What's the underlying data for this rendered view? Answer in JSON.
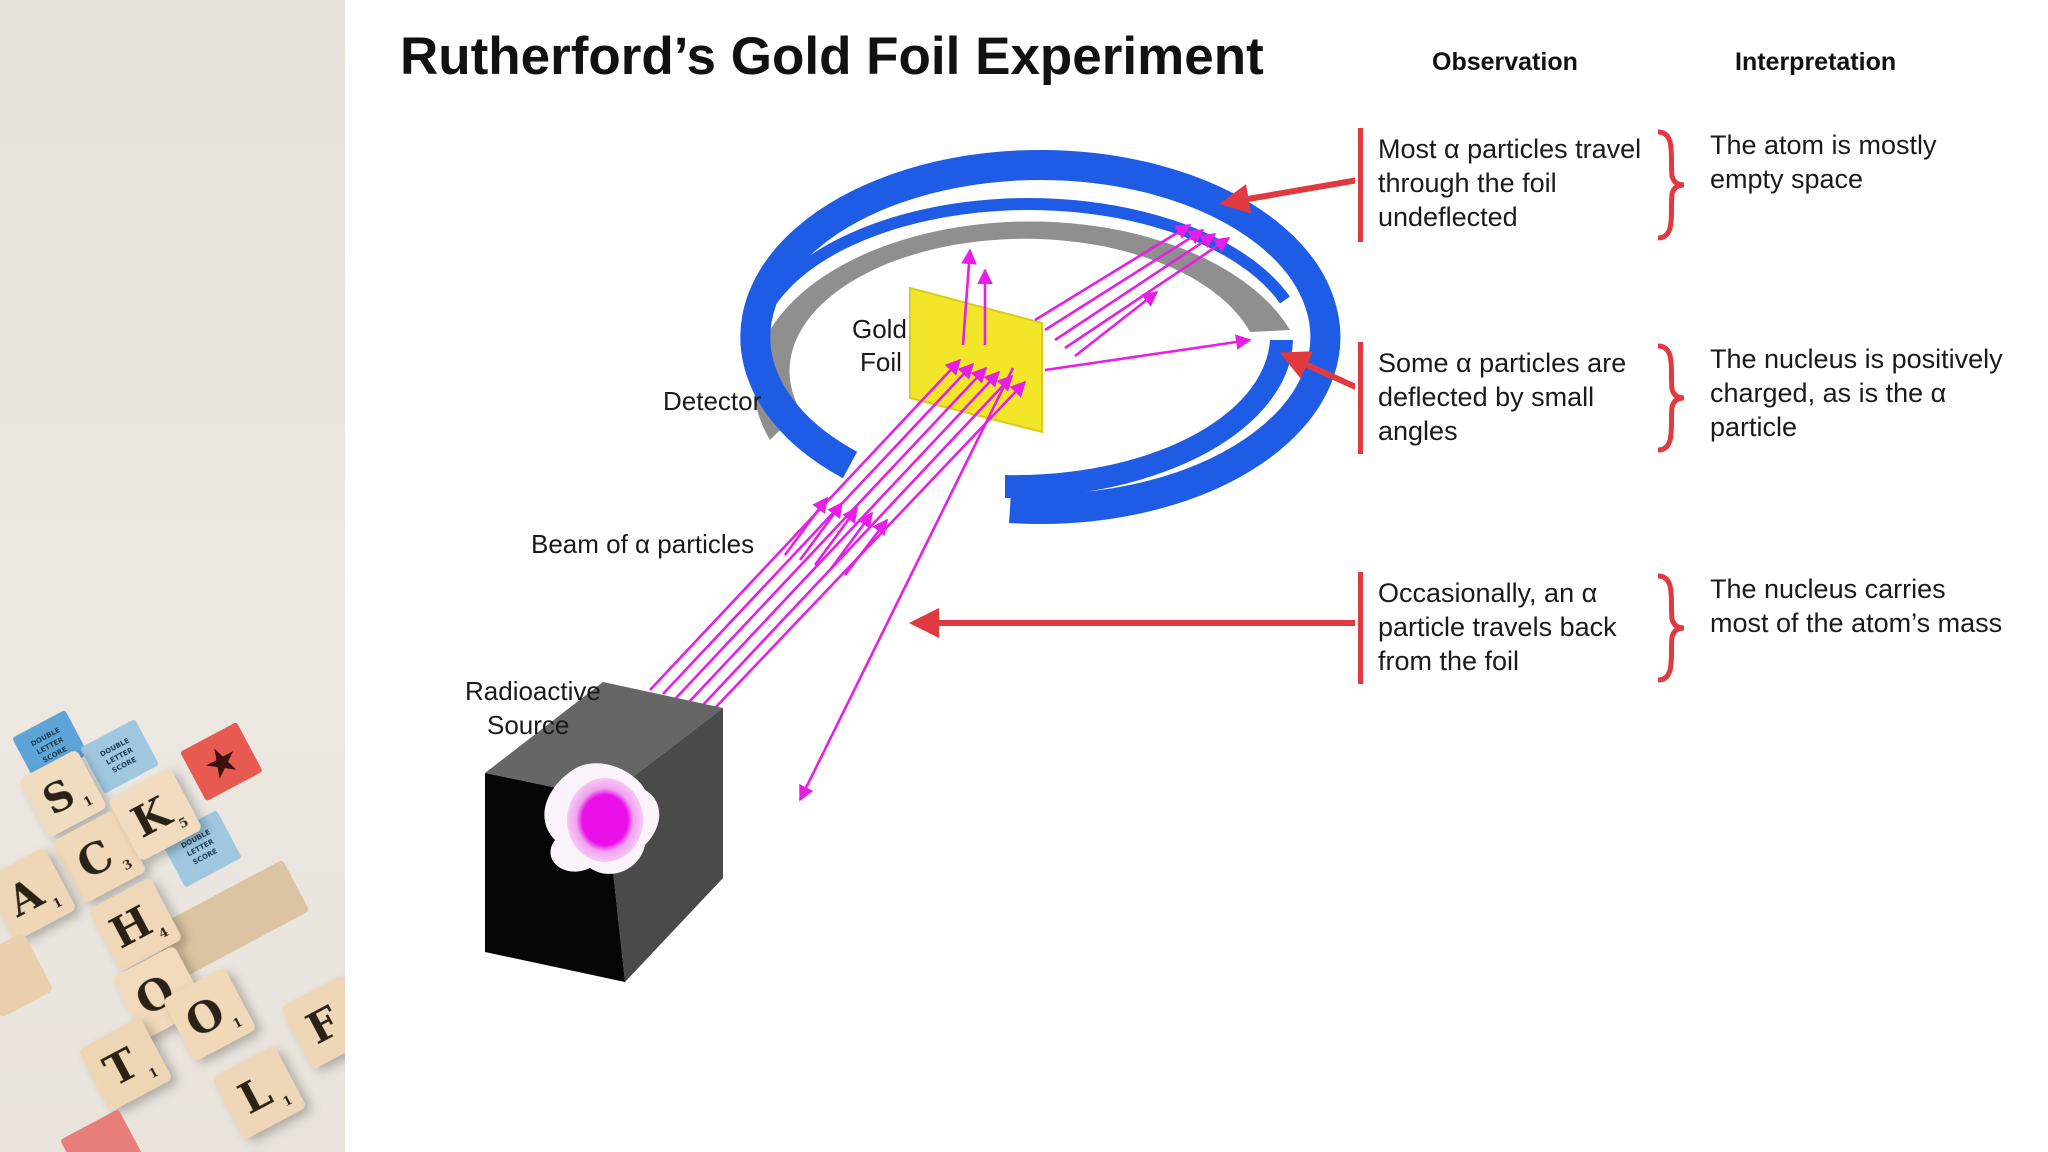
{
  "slide": {
    "title": "Rutherford’s Gold Foil Experiment",
    "observation_header": "Observation",
    "interpretation_header": "Interpretation"
  },
  "diagram": {
    "labels": {
      "detector": "Detector",
      "gold_foil_line1": "Gold",
      "gold_foil_line2": "Foil",
      "beam": "Beam of α particles",
      "source_line1": "Radioactive",
      "source_line2": "Source"
    },
    "colors": {
      "detector_ring": "#1f5ce6",
      "detector_inner": "#8f8f8f",
      "gold_foil": "#f3e629",
      "alpha_beam": "#e61ee6",
      "arrow": "#e0393f",
      "source_front": "#050505",
      "source_side": "#4a4a4a",
      "source_top": "#666666",
      "source_glow": "#f0a0ef",
      "source_core": "#ea10ea"
    }
  },
  "rows": [
    {
      "observation": "Most α particles travel through the foil undeflected",
      "interpretation": "The atom is mostly empty space"
    },
    {
      "observation": "Some α particles are deflected by small angles",
      "interpretation": "The nucleus is positively charged, as is the α particle"
    },
    {
      "observation": "Occasionally, an α particle travels back from the foil",
      "interpretation": "The nucleus carries most of the atom’s mass"
    }
  ],
  "sidebar_tiles": {
    "letters": [
      {
        "char": "S",
        "score": "1"
      },
      {
        "char": "C",
        "score": "3"
      },
      {
        "char": "K",
        "score": "5"
      },
      {
        "char": "A",
        "score": "1"
      },
      {
        "char": "H",
        "score": "4"
      },
      {
        "char": "O",
        "score": "1"
      },
      {
        "char": "O",
        "score": "1"
      },
      {
        "char": "T",
        "score": "1"
      },
      {
        "char": "L",
        "score": "1"
      },
      {
        "char": "F",
        "score": ""
      }
    ],
    "score_squares": [
      {
        "line1": "DOUBLE",
        "line2": "LETTER",
        "line3": "SCORE"
      },
      {
        "line1": "DOUBLE",
        "line2": "LETTER",
        "line3": "SCORE"
      },
      {
        "line1": "DOUBLE",
        "line2": "LETTER",
        "line3": "SCORE"
      }
    ]
  }
}
